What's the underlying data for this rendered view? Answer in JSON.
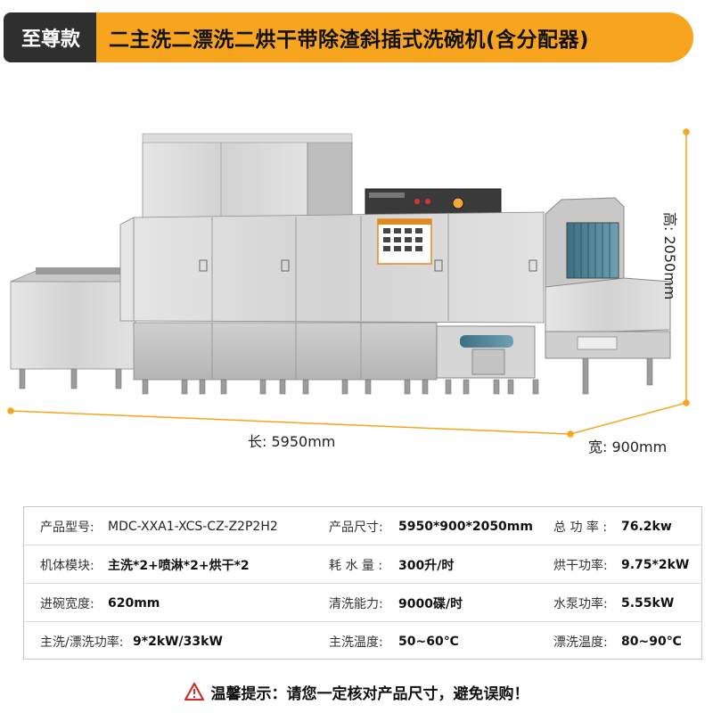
{
  "header": {
    "badge": "至尊款",
    "title": "二主洗二漂洗二烘干带除渣斜插式洗碗机(含分配器)"
  },
  "dimensions": {
    "length": "长: 5950mm",
    "width": "宽: 900mm",
    "height": "高: 2050mm"
  },
  "specs": [
    [
      {
        "label": "产品型号:",
        "value": "MDC-XXA1-XCS-CZ-Z2P2H2"
      },
      {
        "label": "产品尺寸:",
        "value": "5950*900*2050mm"
      },
      {
        "label": "总 功 率 :",
        "value": "76.2kw"
      }
    ],
    [
      {
        "label": "机体模块:",
        "value": "主洗*2+喷淋*2+烘干*2"
      },
      {
        "label": "耗 水 量 :",
        "value": "300升/时"
      },
      {
        "label": "烘干功率:",
        "value": "9.75*2kW"
      }
    ],
    [
      {
        "label": "进碗宽度:",
        "value": "620mm"
      },
      {
        "label": "清洗能力:",
        "value": "9000碟/时"
      },
      {
        "label": "水泵功率:",
        "value": "5.55kW"
      }
    ],
    [
      {
        "label": "主洗/漂洗功率:",
        "value": "9*2kW/33kW"
      },
      {
        "label": "主洗温度:",
        "value": "50~60℃"
      },
      {
        "label": "漂洗温度:",
        "value": "80~90℃"
      }
    ]
  ],
  "warning": {
    "text": "温馨提示：请您一定核对产品尺寸，避免误购！"
  }
}
